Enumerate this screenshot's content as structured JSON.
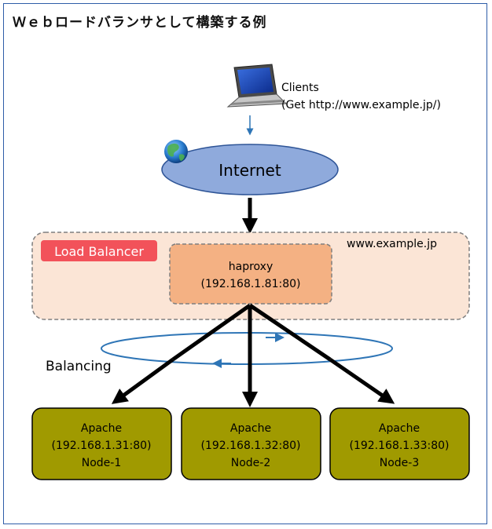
{
  "title": "Ｗｅｂロードバランサとして構築する例",
  "clients": {
    "label": "Clients",
    "request": "(Get http://www.example.jp/)"
  },
  "internet": {
    "label": "Internet"
  },
  "load_balancer": {
    "badge": "Load Balancer",
    "domain": "www.example.jp",
    "proxy_name": "haproxy",
    "proxy_addr": "(192.168.1.81:80)"
  },
  "balancing_label": "Balancing",
  "nodes": [
    {
      "server": "Apache",
      "addr": "(192.168.1.31:80)",
      "name": "Node-1"
    },
    {
      "server": "Apache",
      "addr": "(192.168.1.32:80)",
      "name": "Node-2"
    },
    {
      "server": "Apache",
      "addr": "(192.168.1.33:80)",
      "name": "Node-3"
    }
  ],
  "colors": {
    "frame": "#2e5da8",
    "internet_fill": "#8faadc",
    "lb_panel": "#fbe5d6",
    "badge": "#f2525a",
    "proxy": "#f4b183",
    "node": "#a09a00",
    "ring": "#2e75b6"
  }
}
